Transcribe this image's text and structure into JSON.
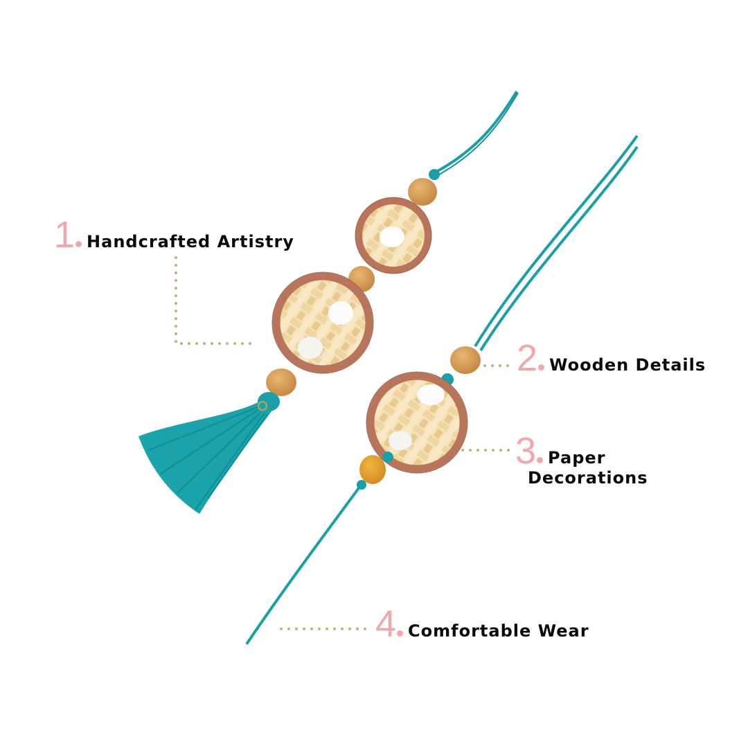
{
  "colors": {
    "background": "#ffffff",
    "number": "#f0a9ab",
    "label": "#0a0a0a",
    "leader_dots": "#c8b07a",
    "thread": "#1a9fa8",
    "wood_ring": "#b9755b",
    "bead": "#d39a55",
    "weave": "#f3ddb0"
  },
  "callouts": [
    {
      "number": "1",
      "label": "Handcrafted Artistry"
    },
    {
      "number": "2",
      "label": "Wooden Details"
    },
    {
      "number": "3",
      "label_line1": "Paper",
      "label_line2": "Decorations"
    },
    {
      "number": "4",
      "label": "Comfortable Wear"
    }
  ]
}
